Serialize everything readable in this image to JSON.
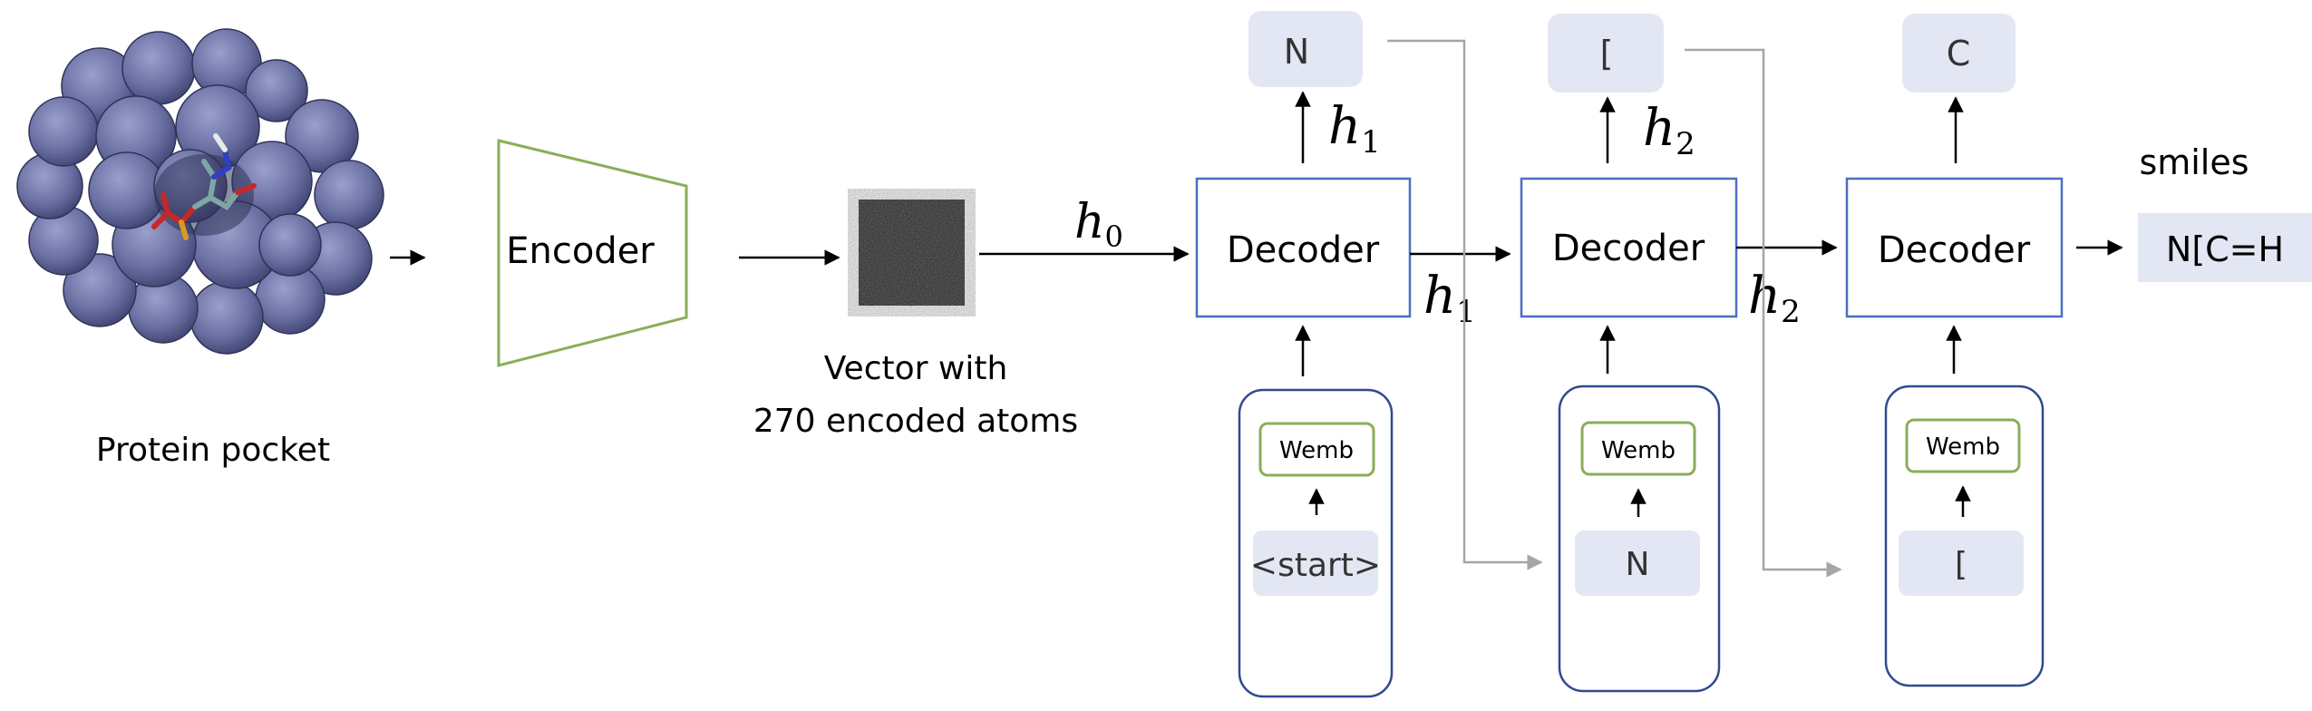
{
  "protein": {
    "caption": "Protein pocket"
  },
  "encoder": {
    "label": "Encoder"
  },
  "vector": {
    "caption_line1": "Vector with",
    "caption_line2": "270 encoded atoms"
  },
  "hidden": {
    "h0_base": "h",
    "h0_sub": "0",
    "h1_base": "h",
    "h1_sub": "1",
    "h2_base": "h",
    "h2_sub": "2"
  },
  "decoders": [
    {
      "label": "Decoder",
      "output": "N",
      "wemb": "Wemb",
      "input": "<start>"
    },
    {
      "label": "Decoder",
      "output": "[",
      "wemb": "Wemb",
      "input": "N"
    },
    {
      "label": "Decoder",
      "output": "C",
      "wemb": "Wemb",
      "input": "["
    }
  ],
  "result": {
    "label": "smiles",
    "value": "N[C=H"
  },
  "colors": {
    "surface": "#6b70a3",
    "encoder_stroke": "#8aae57",
    "decoder_stroke": "#4a6fbf",
    "token_fill": "#e3e7f3",
    "wemb_stroke": "#8aae57",
    "feedback_arrow": "#a6a6a6"
  }
}
